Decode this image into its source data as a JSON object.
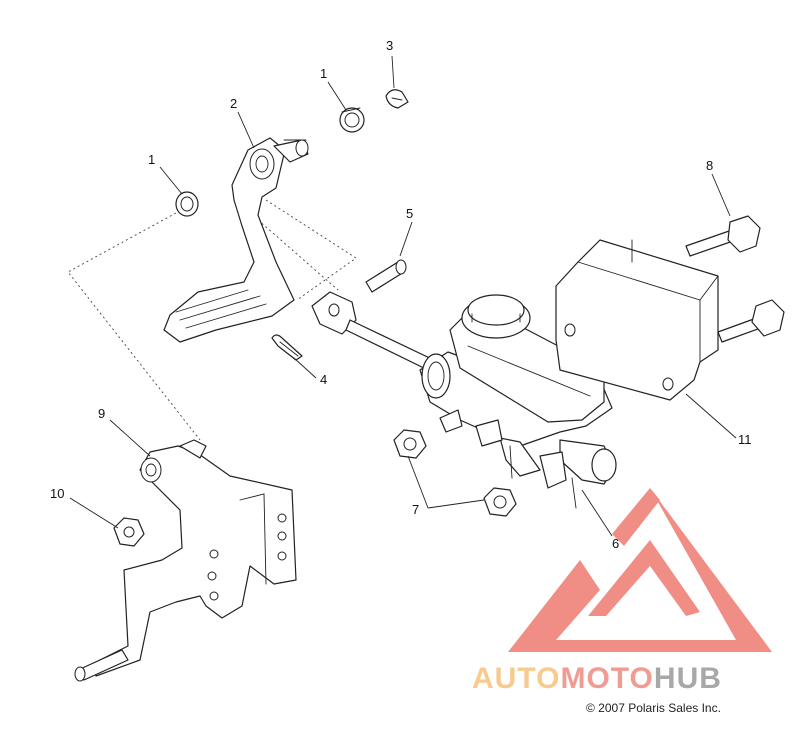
{
  "callouts": {
    "c1a": "1",
    "c1b": "1",
    "c2": "2",
    "c3": "3",
    "c4": "4",
    "c5": "5",
    "c6": "6",
    "c7": "7",
    "c8": "8",
    "c9": "9",
    "c10": "10",
    "c11": "11"
  },
  "watermark": {
    "part_auto": "AUTO",
    "part_moto": "MOTO",
    "part_hub": "HUB",
    "colors": {
      "auto": "#f6c27a",
      "moto": "#f08a80",
      "hub": "#9a9a9a",
      "triangle": "#ee7a70"
    }
  },
  "copyright": "© 2007 Polaris Sales Inc."
}
